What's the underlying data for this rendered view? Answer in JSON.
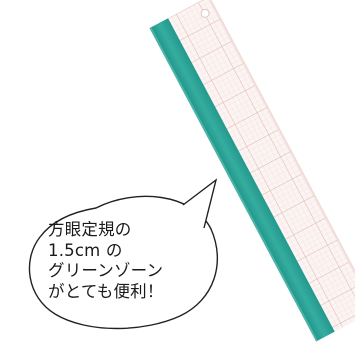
{
  "callout": {
    "lines": [
      "方眼定規の",
      "1.5cm の",
      "グリーンゾーン",
      "がとても便利！"
    ]
  },
  "colors": {
    "ruler_body": "#fbf3f1",
    "ruler_grid": "#e8c4c0",
    "green_zone": "#2fa59a",
    "bubble_stroke": "#222222",
    "bubble_fill": "#ffffff"
  }
}
